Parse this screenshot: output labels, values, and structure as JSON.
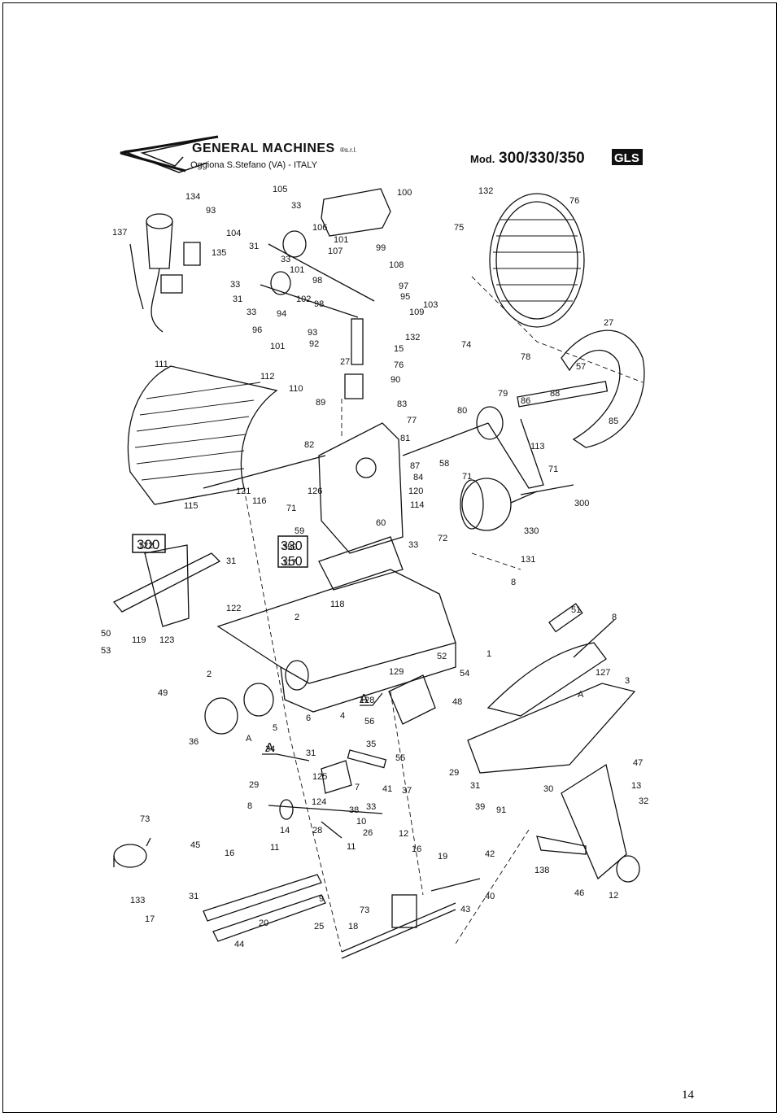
{
  "header": {
    "company_name": "GENERAL MACHINES",
    "company_suffix": "®s.r.l.",
    "company_address": "Oggiona S.Stefano (VA) - ITALY",
    "model_prefix": "Mod.",
    "model_numbers": "300/330/350",
    "model_suffix": "GLS"
  },
  "variant_boxes": [
    "300",
    "330",
    "350"
  ],
  "section_markers": [
    "A",
    "A"
  ],
  "part_labels": [
    "134",
    "105",
    "93",
    "33",
    "100",
    "132",
    "76",
    "137",
    "104",
    "106",
    "135",
    "31",
    "101",
    "99",
    "75",
    "107",
    "33",
    "108",
    "33",
    "101",
    "98",
    "97",
    "31",
    "102",
    "98",
    "95",
    "103",
    "33",
    "94",
    "109",
    "96",
    "93",
    "132",
    "74",
    "27",
    "101",
    "92",
    "15",
    "27",
    "76",
    "78",
    "57",
    "111",
    "112",
    "110",
    "90",
    "89",
    "83",
    "80",
    "79",
    "86",
    "88",
    "77",
    "85",
    "81",
    "113",
    "82",
    "87",
    "84",
    "58",
    "71",
    "71",
    "120",
    "121",
    "116",
    "126",
    "114",
    "115",
    "71",
    "60",
    "300",
    "122",
    "59",
    "330",
    "350",
    "117",
    "33",
    "72",
    "131",
    "8",
    "31",
    "118",
    "2",
    "122",
    "50",
    "51",
    "8",
    "119",
    "123",
    "53",
    "1",
    "52",
    "127",
    "129",
    "54",
    "3",
    "2",
    "49",
    "48",
    "A",
    "128",
    "56",
    "5",
    "6",
    "4",
    "36",
    "A",
    "34",
    "35",
    "31",
    "55",
    "29",
    "37",
    "31",
    "47",
    "30",
    "7",
    "125",
    "29",
    "41",
    "13",
    "8",
    "124",
    "33",
    "38",
    "39",
    "91",
    "32",
    "10",
    "73",
    "14",
    "28",
    "26",
    "12",
    "45",
    "16",
    "11",
    "11",
    "16",
    "19",
    "42",
    "138",
    "133",
    "31",
    "9",
    "73",
    "43",
    "40",
    "46",
    "12",
    "17",
    "20",
    "25",
    "18",
    "44"
  ],
  "page_number": "14"
}
